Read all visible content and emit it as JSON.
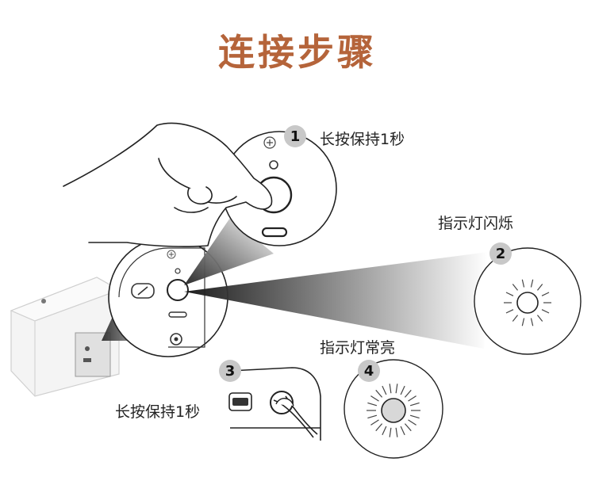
{
  "title": "连接步骤",
  "colors": {
    "title": "#b5643a",
    "badge_bg": "#c8c8c8",
    "line": "#222222"
  },
  "steps": [
    {
      "number": "1",
      "label": "长按保持1秒"
    },
    {
      "number": "2",
      "label": "指示灯闪烁"
    },
    {
      "number": "3",
      "label": "长按保持1秒"
    },
    {
      "number": "4",
      "label": "指示灯常亮"
    }
  ]
}
